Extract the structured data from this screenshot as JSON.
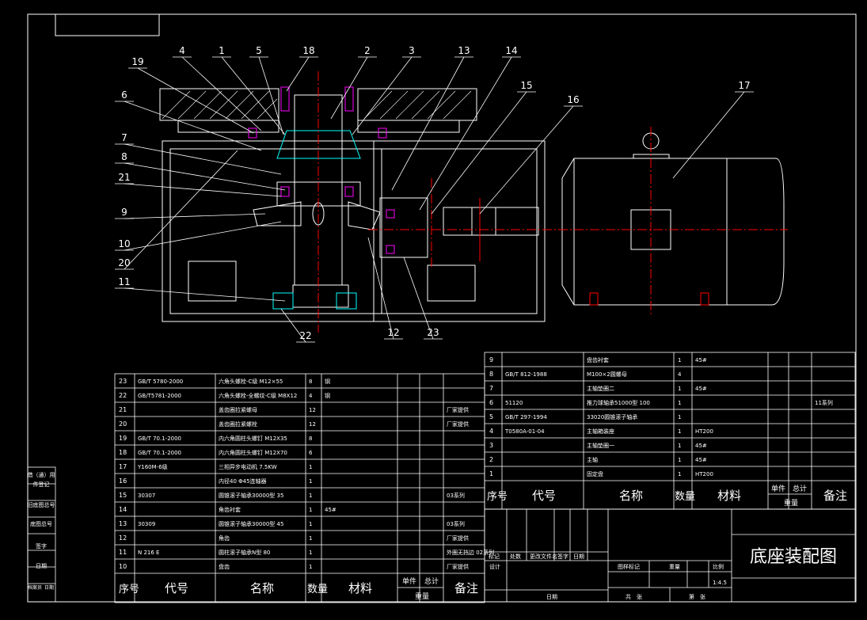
{
  "drawing": {
    "title": "底座装配图",
    "scale": "1:4.5",
    "balloons": [
      "19",
      "4",
      "1",
      "5",
      "18",
      "2",
      "3",
      "13",
      "14",
      "15",
      "16",
      "17",
      "6",
      "7",
      "8",
      "21",
      "9",
      "10",
      "20",
      "11",
      "22",
      "12",
      "23"
    ]
  },
  "bom_left": {
    "rows": [
      {
        "no": "23",
        "code": "GB/T 5780-2000",
        "name": "六角头螺栓-C级 M12×55",
        "qty": "8",
        "material": "钢",
        "note": ""
      },
      {
        "no": "22",
        "code": "GB/T5781-2000",
        "name": "六角头螺栓-全螺纹-C级 M8X12",
        "qty": "4",
        "material": "钢",
        "note": ""
      },
      {
        "no": "21",
        "code": "",
        "name": "盖齿圈拉紧螺母",
        "qty": "12",
        "material": "",
        "note": "厂家提供"
      },
      {
        "no": "20",
        "code": "",
        "name": "盖齿圈拉紧螺栓",
        "qty": "12",
        "material": "",
        "note": "厂家提供"
      },
      {
        "no": "19",
        "code": "GB/T 70.1-2000",
        "name": "内六角圆柱头螺钉 M12X35",
        "qty": "8",
        "material": "",
        "note": ""
      },
      {
        "no": "18",
        "code": "GB/T 70.1-2000",
        "name": "内六角圆柱头螺钉 M12X70",
        "qty": "6",
        "material": "",
        "note": ""
      },
      {
        "no": "17",
        "code": "Y160M-6级",
        "name": "三相异步电动机 7.5KW",
        "qty": "1",
        "material": "",
        "note": ""
      },
      {
        "no": "16",
        "code": "",
        "name": "内径40 Φ45连轴器",
        "qty": "1",
        "material": "",
        "note": ""
      },
      {
        "no": "15",
        "code": "30307",
        "name": "圆锥滚子轴承30000型 35",
        "qty": "1",
        "material": "",
        "note": "03系列"
      },
      {
        "no": "14",
        "code": "",
        "name": "角齿衬套",
        "qty": "1",
        "material": "45#",
        "note": ""
      },
      {
        "no": "13",
        "code": "30309",
        "name": "圆锥滚子轴承30000型 45",
        "qty": "1",
        "material": "",
        "note": "03系列"
      },
      {
        "no": "12",
        "code": "",
        "name": "角齿",
        "qty": "1",
        "material": "",
        "note": "厂家提供"
      },
      {
        "no": "11",
        "code": "N 216 E",
        "name": "圆柱滚子轴承N型 80",
        "qty": "1",
        "material": "",
        "note": "外圈无挡边 02系列"
      },
      {
        "no": "10",
        "code": "",
        "name": "盘齿",
        "qty": "1",
        "material": "",
        "note": "厂家提供"
      }
    ],
    "header": {
      "no": "序号",
      "code": "代号",
      "name": "名称",
      "qty": "数量",
      "material": "材料",
      "unit": "单件",
      "total": "总计",
      "weight": "重量",
      "note": "备注"
    }
  },
  "bom_right": {
    "rows": [
      {
        "no": "9",
        "code": "",
        "name": "盘齿衬套",
        "qty": "1",
        "material": "45#",
        "note": ""
      },
      {
        "no": "8",
        "code": "GB/T 812-1988",
        "name": "M100×2圆螺母",
        "qty": "4",
        "material": "",
        "note": ""
      },
      {
        "no": "7",
        "code": "",
        "name": "主轴垫圈二",
        "qty": "1",
        "material": "45#",
        "note": ""
      },
      {
        "no": "6",
        "code": "51120",
        "name": "推力球轴承51000型 100",
        "qty": "1",
        "material": "",
        "note": "11系列"
      },
      {
        "no": "5",
        "code": "GB/T 297-1994",
        "name": "33020圆锥滚子轴承",
        "qty": "1",
        "material": "",
        "note": ""
      },
      {
        "no": "4",
        "code": "T0580A-01-04",
        "name": "主轴箱装座",
        "qty": "1",
        "material": "HT200",
        "note": ""
      },
      {
        "no": "3",
        "code": "",
        "name": "主轴垫圈一",
        "qty": "1",
        "material": "45#",
        "note": ""
      },
      {
        "no": "2",
        "code": "",
        "name": "主轴",
        "qty": "1",
        "material": "45#",
        "note": ""
      },
      {
        "no": "1",
        "code": "",
        "name": "固定盘",
        "qty": "1",
        "material": "HT200",
        "note": ""
      }
    ],
    "header": {
      "no": "序号",
      "code": "代号",
      "name": "名称",
      "qty": "数量",
      "material": "材料",
      "unit": "单件",
      "total": "总计",
      "weight": "重量",
      "note": "备注"
    }
  },
  "title_block": {
    "mark_row": [
      "标记",
      "处数",
      "更改文件名",
      "签字",
      "日期"
    ],
    "design": "设计",
    "date": "日期",
    "stage": "图样标记",
    "weight": "重量",
    "scale_label": "比例",
    "sheets": "共　张",
    "sheet_no": "第　张"
  },
  "side_block": [
    "借（通）用",
    "件登记",
    "旧底图总号",
    "底图总号",
    "签字",
    "日期",
    "档案员",
    "日期"
  ],
  "colors": {
    "line": "#ffffff",
    "center": "#ff0000",
    "hatch": "#ffffff",
    "bolt": "#ff00ff",
    "part": "#00ffff"
  }
}
